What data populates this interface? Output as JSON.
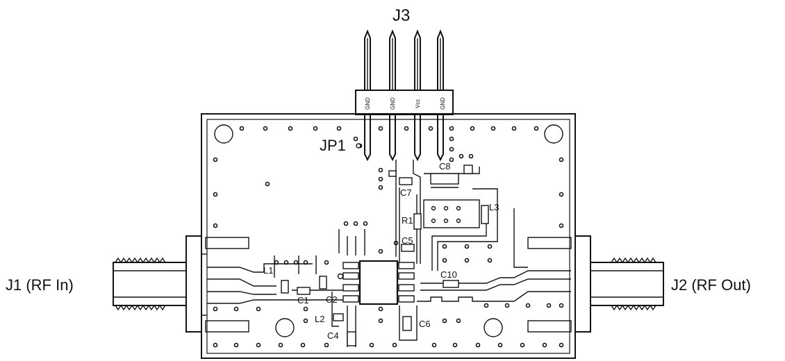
{
  "connectors": {
    "j3": "J3",
    "j1": "J1 (RF In)",
    "j2": "J2 (RF Out)",
    "jp1": "JP1"
  },
  "header_pins": [
    "GND",
    "GND",
    "Vcc",
    "GND"
  ],
  "components": {
    "c1": "C1",
    "c2": "C2",
    "c4": "C4",
    "c5": "C5",
    "c6": "C6",
    "c7": "C7",
    "c8": "C8",
    "c10": "C10",
    "l1": "L1",
    "l2": "L2",
    "l3": "L3",
    "r1": "R1"
  }
}
